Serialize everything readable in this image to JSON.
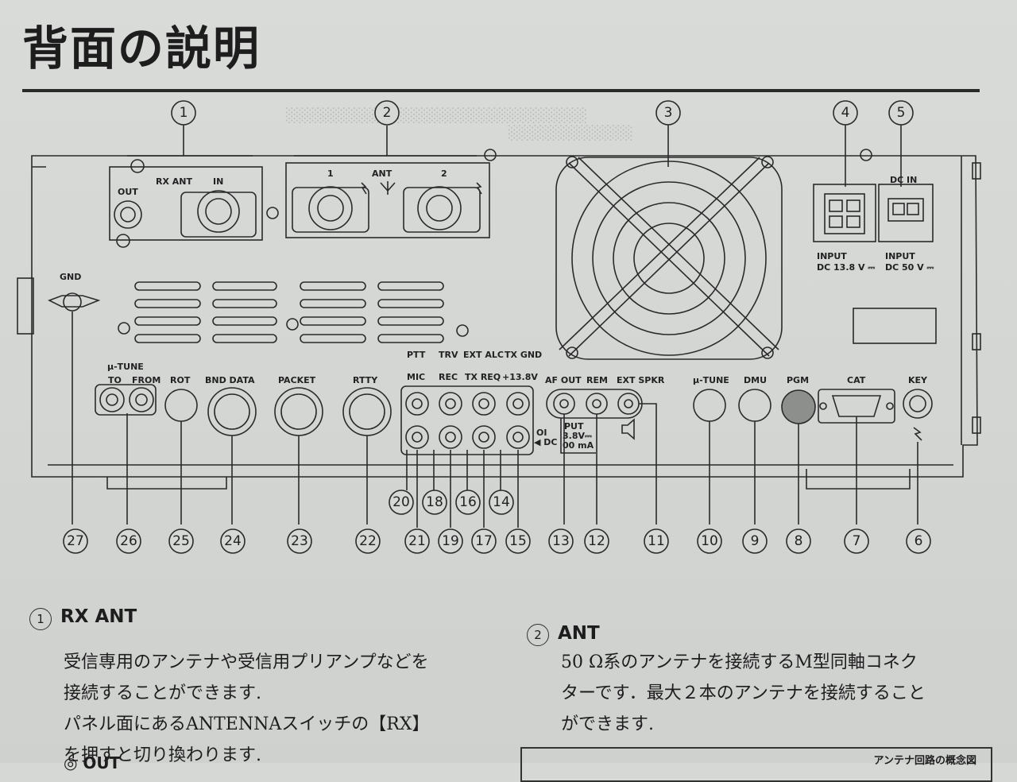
{
  "page": {
    "title": "背面の説明"
  },
  "panel": {
    "labels": {
      "rx_ant": "RX ANT",
      "in": "IN",
      "out": "OUT",
      "ant": "ANT",
      "ant1": "1",
      "ant2": "2",
      "dc_in": "DC IN",
      "input1_a": "INPUT",
      "input1_b": "DC 13.8 V ⎓",
      "input2_a": "INPUT",
      "input2_b": "DC 50 V ⎓",
      "gnd": "GND",
      "mu_tune_left": "μ-TUNE",
      "to": "TO",
      "from": "FROM",
      "rot": "ROT",
      "bnd_data": "BND DATA",
      "packet": "PACKET",
      "rtty": "RTTY",
      "ptt": "PTT",
      "trv": "TRV",
      "ext_alc": "EXT ALC",
      "tx_gnd": "TX GND",
      "mic": "MIC",
      "rec": "REC",
      "tx_req": "TX REQ",
      "p138": "+13.8V",
      "af_out": "AF OUT",
      "rem": "REM",
      "ext_spkr": "EXT SPKR",
      "put": "PUT",
      "v38": "3.8V⎓",
      "ma": "00 mA",
      "oi": "OI",
      "dc": "◀ DC",
      "mu_tune_right": "μ-TUNE",
      "dmu": "DMU",
      "pgm": "PGM",
      "cat": "CAT",
      "key": "KEY"
    },
    "top_callouts": [
      "1",
      "2",
      "3",
      "4",
      "5"
    ],
    "lower_callouts_row1": [
      "20",
      "18",
      "16",
      "14"
    ],
    "bottom_callouts": [
      "27",
      "26",
      "25",
      "24",
      "23",
      "22",
      "21",
      "19",
      "17",
      "15",
      "13",
      "12",
      "11",
      "10",
      "9",
      "8",
      "7",
      "6"
    ]
  },
  "sections": {
    "s1": {
      "num": "1",
      "title": "RX ANT",
      "lines": [
        "受信専用のアンテナや受信用プリアンプなどを",
        "接続することができます.",
        "パネル面にあるANTENNAスイッチの【RX】",
        "を押すと切り換わります."
      ],
      "sub": "◎ OUT"
    },
    "s2": {
      "num": "2",
      "title": "ANT",
      "lines": [
        "50 Ω系のアンテナを接続するM型同軸コネク",
        "ターです．最大２本のアンテナを接続すること",
        "ができます."
      ]
    },
    "footer_caption": "アンテナ回路の概念図"
  }
}
